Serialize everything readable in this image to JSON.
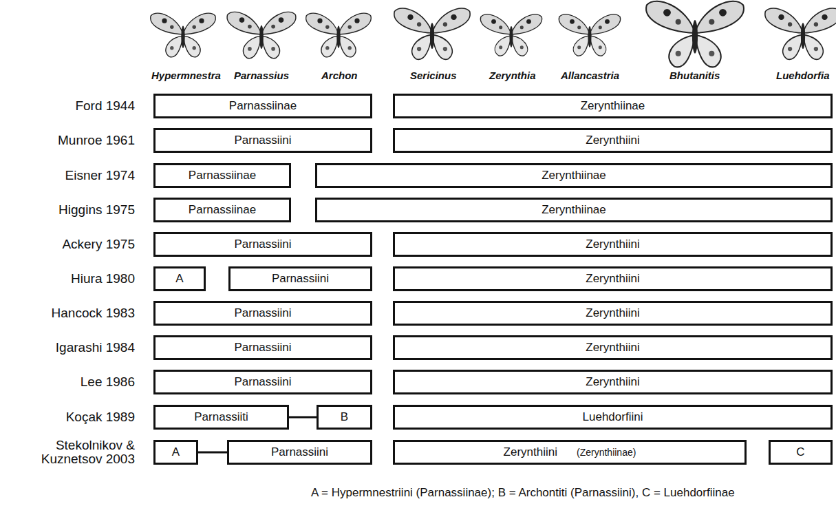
{
  "diagram": {
    "nodes": [
      {
        "text": [
          "Parnassiinae"
        ]
      },
      {
        "text": [
          "Zerynthiinae"
        ]
      },
      {
        "text": [
          "Parnassiini"
        ]
      },
      {
        "text": [
          "Zerynthiini"
        ]
      },
      {
        "text": [
          "Parnassiinae"
        ]
      },
      {
        "text": [
          "Zerynthiinae"
        ]
      },
      {
        "text": [
          "Parnassiinae"
        ]
      },
      {
        "text": [
          "Zerynthiinae"
        ]
      },
      {
        "text": [
          "Parnassiini"
        ]
      },
      {
        "text": [
          "Zerynthiini"
        ]
      },
      {
        "text": [
          "A"
        ]
      },
      {
        "text": [
          "Parnassiini"
        ]
      },
      {
        "text": [
          "Zerynthiini"
        ]
      },
      {
        "text": [
          "Parnassiini"
        ]
      },
      {
        "text": [
          "Zerynthiini"
        ]
      },
      {
        "text": [
          "Parnassiini"
        ]
      },
      {
        "text": [
          "Zerynthiini"
        ]
      },
      {
        "text": [
          "Parnassiini"
        ]
      },
      {
        "text": [
          "Zerynthiini"
        ]
      },
      {
        "text": [
          "Parnassiiti"
        ]
      },
      {
        "text": [
          "B"
        ]
      },
      {
        "text": [
          "Luehdorfiini"
        ]
      },
      {
        "text": [
          "A"
        ]
      },
      {
        "text": [
          "Parnassiini"
        ]
      },
      {
        "text": [
          "Zerynthiini",
          "(Zerynthiinae)"
        ]
      },
      {
        "text": [
          "C"
        ]
      }
    ],
    "edges": [
      {
        "from": 19,
        "to": 20,
        "arrow": "none"
      },
      {
        "from": 22,
        "to": 23,
        "arrow": "none"
      }
    ],
    "labels": [
      "Hypermnestra",
      "Parnassius",
      "Archon",
      "Sericinus",
      "Zerynthia",
      "Allancastria",
      "Bhutanitis",
      "Luehdorfia",
      "Ford 1944",
      "Munroe 1961",
      "Eisner 1974",
      "Higgins 1975",
      "Ackery 1975",
      "Hiura 1980",
      "Hancock 1983",
      "Igarashi 1984",
      "Lee 1986",
      "Koçak 1989",
      "Stekolnikov & Kuznetsov 2003",
      "A = Hypermnestriini (Parnassiinae); B = Archontiti (Parnassiini), C = Luehdorfiinae"
    ]
  }
}
